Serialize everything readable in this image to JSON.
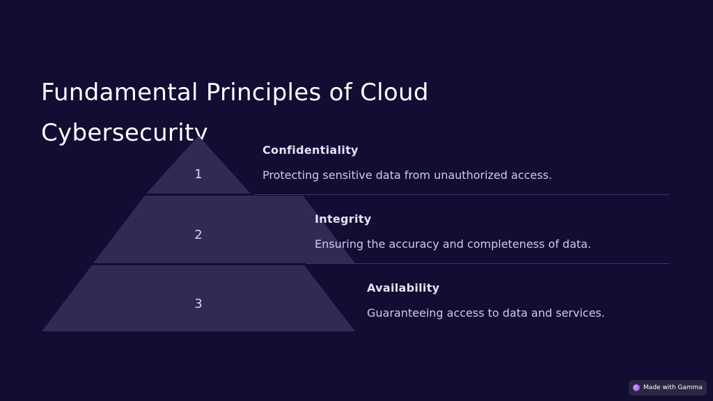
{
  "slide": {
    "title": "Fundamental Principles of Cloud Cybersecurity",
    "levels": [
      {
        "number": "1",
        "heading": "Confidentiality",
        "description": "Protecting sensitive data from unauthorized access."
      },
      {
        "number": "2",
        "heading": "Integrity",
        "description": "Ensuring the accuracy and completeness of data."
      },
      {
        "number": "3",
        "heading": "Availability",
        "description": "Guaranteeing access to data and services."
      }
    ]
  },
  "badge": {
    "label": "Made with Gamma",
    "icon": "gamma-logo-icon"
  },
  "colors": {
    "background": "#110d33",
    "pyramid_fill": "#302b55",
    "divider": "#3a3660",
    "badge_background": "#2a2740"
  }
}
